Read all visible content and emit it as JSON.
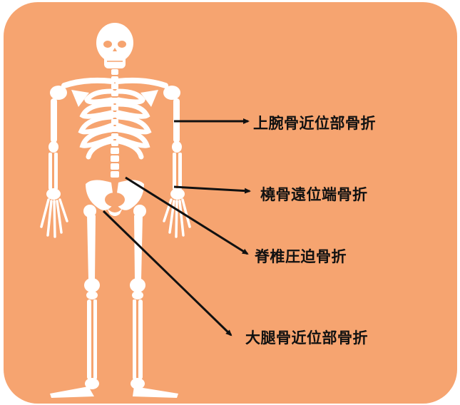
{
  "colors": {
    "background": "#f6a470",
    "bone": "#ffffff",
    "arrow": "#111111"
  },
  "labels": {
    "humerus": "上腕骨近位部骨折",
    "radius": "橈骨遠位端骨折",
    "spine": "脊椎圧迫骨折",
    "femur": "大腿骨近位部骨折"
  },
  "icons": [
    "skeleton-illustration",
    "arrow-icon"
  ]
}
